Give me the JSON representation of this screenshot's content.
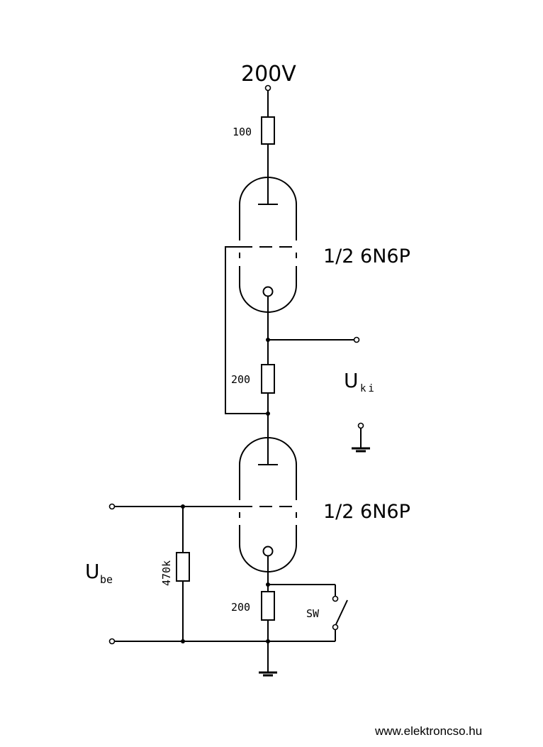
{
  "supply": {
    "voltage_label": "200V"
  },
  "resistors": {
    "anode": "100",
    "upper_cathode": "200",
    "lower_cathode": "200",
    "grid_leak": "470k"
  },
  "tubes": {
    "upper": "1/2 6N6P",
    "lower": "1/2 6N6P"
  },
  "output": {
    "main": "U",
    "sub": "ki"
  },
  "input": {
    "main": "U",
    "sub": "be"
  },
  "switch": {
    "label": "SW"
  },
  "footer": {
    "website": "www.elektroncso.hu"
  }
}
